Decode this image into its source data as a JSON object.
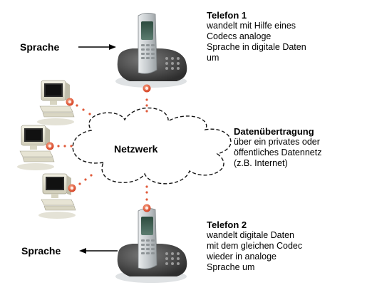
{
  "sprache_top": "Sprache",
  "sprache_bottom": "Sprache",
  "network_label": "Netzwerk",
  "telefon1": {
    "title": "Telefon 1",
    "lines": [
      "wandelt mit Hilfe eines",
      "Codecs analoge",
      "Sprache in digitale Daten",
      "um"
    ]
  },
  "transfer": {
    "title": "Datenübertragung",
    "lines": [
      "über ein privates oder",
      "öffentliches Datennetz",
      "(z.B. Internet)"
    ]
  },
  "telefon2": {
    "title": "Telefon 2",
    "lines": [
      "wandelt digitale Daten",
      "mit dem gleichen Codec",
      "wieder in analoge",
      "Sprache um"
    ]
  },
  "icons": [
    "phone-icon",
    "computer-icon",
    "cloud-icon",
    "arrow-icon",
    "connector-icon"
  ],
  "colors": {
    "connector": "#e04a2a",
    "dots": "#e05a3a",
    "phone_body": "#4a4a4a",
    "handset": "#c8cdd0"
  }
}
